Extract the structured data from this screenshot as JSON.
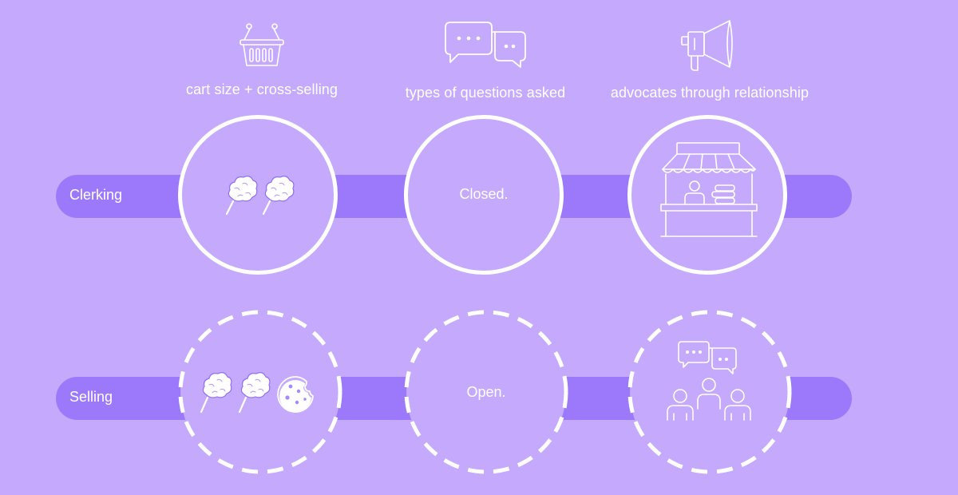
{
  "columns": {
    "cart": "cart size + cross-selling",
    "questions": "types of questions asked",
    "advocates": "advocates through relationship"
  },
  "rows": {
    "clerking": "Clerking",
    "selling": "Selling"
  },
  "cells": {
    "clerking_questions": "Closed.",
    "selling_questions": "Open."
  },
  "icons": {
    "col1": "shopping-basket-icon",
    "col2": "chat-bubbles-icon",
    "col3": "megaphone-icon",
    "clerking_cart": "cotton-candy-icon",
    "clerking_advocates": "market-stall-icon",
    "selling_cart": "cotton-candy-cookie-icon",
    "selling_advocates": "group-conversation-icon"
  },
  "colors": {
    "background": "#c4a9fc",
    "bar": "#9b79fa",
    "line": "#ffffff"
  }
}
